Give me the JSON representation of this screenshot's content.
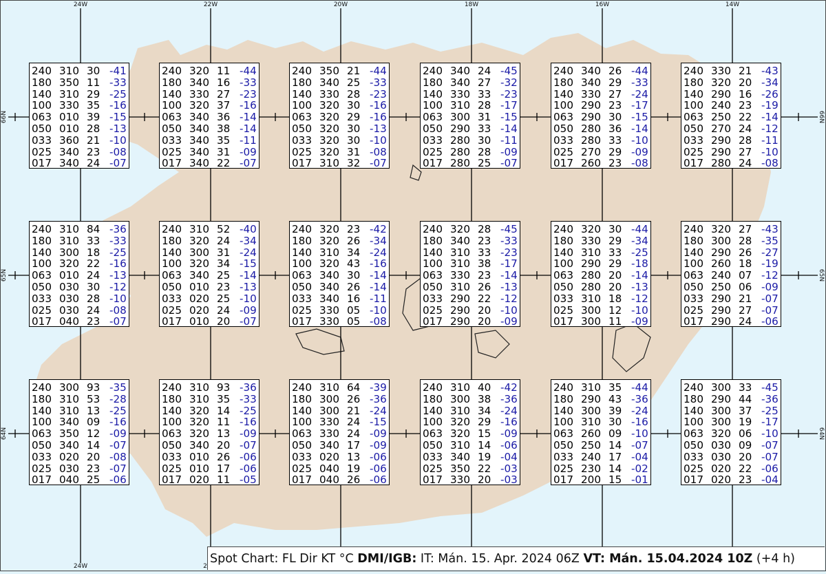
{
  "colors": {
    "sea": "#e3f4fb",
    "land": "#e9d9c6",
    "coast": "#222222",
    "grid": "#000000",
    "temperature": "#1a1aa6"
  },
  "grid": {
    "longitudes": [
      "24W",
      "22W",
      "20W",
      "18W",
      "16W",
      "14W"
    ],
    "latitudes": [
      "66N",
      "65N",
      "64N"
    ],
    "bottom_labels": [
      "24W",
      "2"
    ]
  },
  "spot_boxes": [
    {
      "lat": "66N",
      "lon": "24W",
      "rows": [
        [
          "240",
          "310",
          "30",
          "-41"
        ],
        [
          "180",
          "350",
          "11",
          "-33"
        ],
        [
          "140",
          "310",
          "29",
          "-25"
        ],
        [
          "100",
          "330",
          "35",
          "-16"
        ],
        [
          "063",
          "010",
          "39",
          "-15"
        ],
        [
          "050",
          "010",
          "28",
          "-13"
        ],
        [
          "033",
          "360",
          "21",
          "-10"
        ],
        [
          "025",
          "340",
          "23",
          "-08"
        ],
        [
          "017",
          "340",
          "24",
          "-07"
        ]
      ]
    },
    {
      "lat": "66N",
      "lon": "22W",
      "rows": [
        [
          "240",
          "320",
          "11",
          "-44"
        ],
        [
          "180",
          "340",
          "16",
          "-33"
        ],
        [
          "140",
          "330",
          "27",
          "-23"
        ],
        [
          "100",
          "320",
          "37",
          "-16"
        ],
        [
          "063",
          "340",
          "36",
          "-14"
        ],
        [
          "050",
          "340",
          "38",
          "-14"
        ],
        [
          "033",
          "340",
          "35",
          "-11"
        ],
        [
          "025",
          "340",
          "31",
          "-09"
        ],
        [
          "017",
          "340",
          "22",
          "-07"
        ]
      ]
    },
    {
      "lat": "66N",
      "lon": "20W",
      "rows": [
        [
          "240",
          "350",
          "21",
          "-44"
        ],
        [
          "180",
          "340",
          "25",
          "-33"
        ],
        [
          "140",
          "330",
          "28",
          "-23"
        ],
        [
          "100",
          "320",
          "30",
          "-16"
        ],
        [
          "063",
          "320",
          "29",
          "-16"
        ],
        [
          "050",
          "320",
          "30",
          "-13"
        ],
        [
          "033",
          "320",
          "30",
          "-10"
        ],
        [
          "025",
          "320",
          "31",
          "-08"
        ],
        [
          "017",
          "310",
          "32",
          "-07"
        ]
      ]
    },
    {
      "lat": "66N",
      "lon": "18W",
      "rows": [
        [
          "240",
          "340",
          "24",
          "-45"
        ],
        [
          "180",
          "340",
          "27",
          "-32"
        ],
        [
          "140",
          "330",
          "33",
          "-23"
        ],
        [
          "100",
          "310",
          "28",
          "-17"
        ],
        [
          "063",
          "300",
          "31",
          "-15"
        ],
        [
          "050",
          "290",
          "33",
          "-14"
        ],
        [
          "033",
          "280",
          "30",
          "-11"
        ],
        [
          "025",
          "280",
          "28",
          "-09"
        ],
        [
          "017",
          "280",
          "25",
          "-07"
        ]
      ]
    },
    {
      "lat": "66N",
      "lon": "16W",
      "rows": [
        [
          "240",
          "340",
          "26",
          "-44"
        ],
        [
          "180",
          "340",
          "29",
          "-33"
        ],
        [
          "140",
          "330",
          "27",
          "-24"
        ],
        [
          "100",
          "290",
          "23",
          "-17"
        ],
        [
          "063",
          "290",
          "30",
          "-15"
        ],
        [
          "050",
          "280",
          "36",
          "-14"
        ],
        [
          "033",
          "280",
          "33",
          "-10"
        ],
        [
          "025",
          "270",
          "29",
          "-09"
        ],
        [
          "017",
          "260",
          "23",
          "-08"
        ]
      ]
    },
    {
      "lat": "66N",
      "lon": "14W",
      "rows": [
        [
          "240",
          "330",
          "21",
          "-43"
        ],
        [
          "180",
          "320",
          "20",
          "-34"
        ],
        [
          "140",
          "290",
          "16",
          "-26"
        ],
        [
          "100",
          "240",
          "23",
          "-19"
        ],
        [
          "063",
          "250",
          "22",
          "-14"
        ],
        [
          "050",
          "270",
          "24",
          "-12"
        ],
        [
          "033",
          "290",
          "28",
          "-11"
        ],
        [
          "025",
          "290",
          "27",
          "-10"
        ],
        [
          "017",
          "280",
          "24",
          "-08"
        ]
      ]
    },
    {
      "lat": "65N",
      "lon": "24W",
      "rows": [
        [
          "240",
          "310",
          "84",
          "-36"
        ],
        [
          "180",
          "310",
          "33",
          "-33"
        ],
        [
          "140",
          "300",
          "18",
          "-25"
        ],
        [
          "100",
          "320",
          "22",
          "-16"
        ],
        [
          "063",
          "010",
          "24",
          "-13"
        ],
        [
          "050",
          "030",
          "30",
          "-12"
        ],
        [
          "033",
          "030",
          "28",
          "-10"
        ],
        [
          "025",
          "030",
          "24",
          "-08"
        ],
        [
          "017",
          "040",
          "23",
          "-07"
        ]
      ]
    },
    {
      "lat": "65N",
      "lon": "22W",
      "rows": [
        [
          "240",
          "310",
          "52",
          "-40"
        ],
        [
          "180",
          "320",
          "24",
          "-34"
        ],
        [
          "140",
          "300",
          "31",
          "-24"
        ],
        [
          "100",
          "320",
          "34",
          "-15"
        ],
        [
          "063",
          "340",
          "25",
          "-14"
        ],
        [
          "050",
          "010",
          "23",
          "-13"
        ],
        [
          "033",
          "020",
          "25",
          "-10"
        ],
        [
          "025",
          "020",
          "24",
          "-09"
        ],
        [
          "017",
          "010",
          "20",
          "-07"
        ]
      ]
    },
    {
      "lat": "65N",
      "lon": "20W",
      "rows": [
        [
          "240",
          "320",
          "23",
          "-42"
        ],
        [
          "180",
          "320",
          "26",
          "-34"
        ],
        [
          "140",
          "310",
          "34",
          "-24"
        ],
        [
          "100",
          "320",
          "43",
          "-16"
        ],
        [
          "063",
          "340",
          "30",
          "-14"
        ],
        [
          "050",
          "340",
          "26",
          "-14"
        ],
        [
          "033",
          "340",
          "16",
          "-11"
        ],
        [
          "025",
          "330",
          "05",
          "-10"
        ],
        [
          "017",
          "330",
          "05",
          "-08"
        ]
      ]
    },
    {
      "lat": "65N",
      "lon": "18W",
      "rows": [
        [
          "240",
          "320",
          "28",
          "-45"
        ],
        [
          "180",
          "340",
          "23",
          "-33"
        ],
        [
          "140",
          "310",
          "33",
          "-23"
        ],
        [
          "100",
          "310",
          "38",
          "-17"
        ],
        [
          "063",
          "330",
          "23",
          "-14"
        ],
        [
          "050",
          "310",
          "26",
          "-13"
        ],
        [
          "033",
          "290",
          "22",
          "-12"
        ],
        [
          "025",
          "290",
          "20",
          "-10"
        ],
        [
          "017",
          "290",
          "20",
          "-09"
        ]
      ]
    },
    {
      "lat": "65N",
      "lon": "16W",
      "rows": [
        [
          "240",
          "320",
          "30",
          "-44"
        ],
        [
          "180",
          "330",
          "29",
          "-34"
        ],
        [
          "140",
          "310",
          "33",
          "-25"
        ],
        [
          "100",
          "290",
          "29",
          "-18"
        ],
        [
          "063",
          "280",
          "20",
          "-14"
        ],
        [
          "050",
          "280",
          "20",
          "-13"
        ],
        [
          "033",
          "310",
          "18",
          "-12"
        ],
        [
          "025",
          "300",
          "12",
          "-10"
        ],
        [
          "017",
          "300",
          "11",
          "-09"
        ]
      ]
    },
    {
      "lat": "65N",
      "lon": "14W",
      "rows": [
        [
          "240",
          "320",
          "27",
          "-43"
        ],
        [
          "180",
          "300",
          "28",
          "-35"
        ],
        [
          "140",
          "290",
          "26",
          "-27"
        ],
        [
          "100",
          "260",
          "18",
          "-19"
        ],
        [
          "063",
          "240",
          "07",
          "-12"
        ],
        [
          "050",
          "250",
          "06",
          "-09"
        ],
        [
          "033",
          "290",
          "21",
          "-07"
        ],
        [
          "025",
          "290",
          "27",
          "-07"
        ],
        [
          "017",
          "290",
          "24",
          "-06"
        ]
      ]
    },
    {
      "lat": "64N",
      "lon": "24W",
      "rows": [
        [
          "240",
          "300",
          "93",
          "-35"
        ],
        [
          "180",
          "310",
          "53",
          "-28"
        ],
        [
          "140",
          "310",
          "13",
          "-25"
        ],
        [
          "100",
          "340",
          "09",
          "-16"
        ],
        [
          "063",
          "350",
          "12",
          "-09"
        ],
        [
          "050",
          "340",
          "14",
          "-07"
        ],
        [
          "033",
          "020",
          "20",
          "-08"
        ],
        [
          "025",
          "030",
          "23",
          "-07"
        ],
        [
          "017",
          "040",
          "25",
          "-06"
        ]
      ]
    },
    {
      "lat": "64N",
      "lon": "22W",
      "rows": [
        [
          "240",
          "310",
          "93",
          "-36"
        ],
        [
          "180",
          "310",
          "35",
          "-33"
        ],
        [
          "140",
          "320",
          "14",
          "-25"
        ],
        [
          "100",
          "320",
          "11",
          "-16"
        ],
        [
          "063",
          "320",
          "13",
          "-09"
        ],
        [
          "050",
          "340",
          "20",
          "-07"
        ],
        [
          "033",
          "010",
          "26",
          "-06"
        ],
        [
          "025",
          "010",
          "17",
          "-06"
        ],
        [
          "017",
          "020",
          "11",
          "-05"
        ]
      ]
    },
    {
      "lat": "64N",
      "lon": "20W",
      "rows": [
        [
          "240",
          "310",
          "64",
          "-39"
        ],
        [
          "180",
          "300",
          "26",
          "-36"
        ],
        [
          "140",
          "300",
          "21",
          "-24"
        ],
        [
          "100",
          "330",
          "24",
          "-15"
        ],
        [
          "063",
          "330",
          "24",
          "-09"
        ],
        [
          "050",
          "340",
          "17",
          "-09"
        ],
        [
          "033",
          "020",
          "13",
          "-06"
        ],
        [
          "025",
          "040",
          "19",
          "-06"
        ],
        [
          "017",
          "040",
          "26",
          "-06"
        ]
      ]
    },
    {
      "lat": "64N",
      "lon": "18W",
      "rows": [
        [
          "240",
          "310",
          "40",
          "-42"
        ],
        [
          "180",
          "300",
          "38",
          "-36"
        ],
        [
          "140",
          "310",
          "34",
          "-24"
        ],
        [
          "100",
          "320",
          "29",
          "-16"
        ],
        [
          "063",
          "320",
          "15",
          "-09"
        ],
        [
          "050",
          "310",
          "14",
          "-06"
        ],
        [
          "033",
          "340",
          "19",
          "-04"
        ],
        [
          "025",
          "350",
          "22",
          "-03"
        ],
        [
          "017",
          "330",
          "20",
          "-03"
        ]
      ]
    },
    {
      "lat": "64N",
      "lon": "16W",
      "rows": [
        [
          "240",
          "310",
          "35",
          "-44"
        ],
        [
          "180",
          "290",
          "43",
          "-36"
        ],
        [
          "140",
          "300",
          "39",
          "-24"
        ],
        [
          "100",
          "310",
          "30",
          "-16"
        ],
        [
          "063",
          "260",
          "09",
          "-10"
        ],
        [
          "050",
          "250",
          "14",
          "-07"
        ],
        [
          "033",
          "240",
          "17",
          "-04"
        ],
        [
          "025",
          "230",
          "14",
          "-02"
        ],
        [
          "017",
          "200",
          "15",
          "-01"
        ]
      ]
    },
    {
      "lat": "64N",
      "lon": "14W",
      "rows": [
        [
          "240",
          "300",
          "33",
          "-45"
        ],
        [
          "180",
          "290",
          "44",
          "-36"
        ],
        [
          "140",
          "300",
          "37",
          "-25"
        ],
        [
          "100",
          "300",
          "19",
          "-17"
        ],
        [
          "063",
          "320",
          "06",
          "-10"
        ],
        [
          "050",
          "030",
          "09",
          "-07"
        ],
        [
          "033",
          "030",
          "20",
          "-07"
        ],
        [
          "025",
          "020",
          "22",
          "-06"
        ],
        [
          "017",
          "020",
          "23",
          "-04"
        ]
      ]
    }
  ],
  "footer": {
    "part1": "Spot Chart: FL Dir KT °C ",
    "part2": "DMI/IGB:",
    "part3": " IT: Mán. 15. Apr. 2024 06Z ",
    "part4": "VT: Mán. 15.04.2024 10Z",
    "part5": " (+4 h)"
  }
}
